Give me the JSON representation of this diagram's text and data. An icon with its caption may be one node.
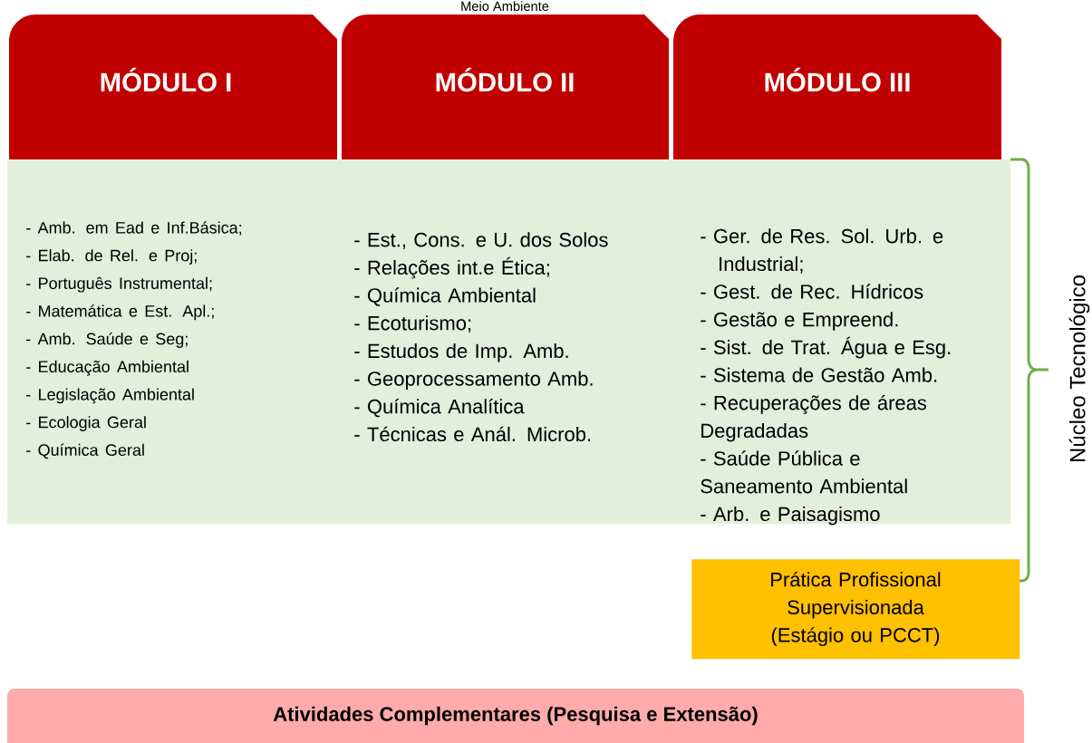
{
  "diagram": {
    "title": "Meio Ambiente",
    "nodes": [
      {
        "text": [
          "MÓDULO I"
        ]
      },
      {
        "text": [
          "MÓDULO II"
        ]
      },
      {
        "text": [
          "MÓDULO III"
        ]
      },
      {
        "text": [
          "- Amb. em Ead e Inf.Básica;",
          "- Elab. de Rel. e Proj;",
          "- Português Instrumental;",
          "- Matemática e Est. Apl.;",
          "- Amb. Saúde e Seg;",
          "- Educação Ambiental",
          "- Legislação Ambiental",
          "- Ecologia Geral",
          "- Química Geral",
          "- Est., Cons. e U. dos Solos",
          "- Relações int.e Ética;",
          "- Química Ambiental",
          "- Ecoturismo;",
          "- Estudos de Imp. Amb.",
          "- Geoprocessamento Amb.",
          "- Química Analítica",
          "- Técnicas e Anál. Microb.",
          "- Ger. de Res. Sol. Urb. e Industrial;",
          "- Gest. de Rec. Hídricos",
          "- Gestão e Empreend.",
          "- Sist. de Trat. Água e Esg.",
          "- Sistema de Gestão Amb.",
          "- Recuperações de áreas Degradadas",
          "- Saúde Pública e Saneamento Ambiental",
          "- Arb. e Paisagismo"
        ]
      },
      {
        "text": [
          "Prática Profissional Supervisionada (Estágio ou PCCT)"
        ]
      },
      {
        "text": [
          "Atividades Complementares (Pesquisa e Extensão)"
        ]
      }
    ],
    "edges": [],
    "labels": [
      "Núcleo Tecnológico"
    ]
  }
}
